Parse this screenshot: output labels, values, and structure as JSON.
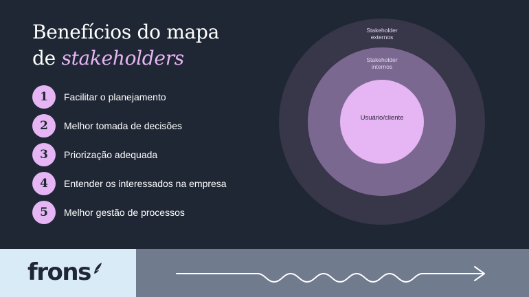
{
  "title": {
    "line1": "Benefícios do mapa",
    "line2_prefix": "de ",
    "line2_accent": "stakeholders"
  },
  "benefits": [
    {
      "number": "1",
      "label": "Facilitar o planejamento"
    },
    {
      "number": "2",
      "label": "Melhor tomada de decisões"
    },
    {
      "number": "3",
      "label": "Priorização adequada"
    },
    {
      "number": "4",
      "label": "Entender os interessados na empresa"
    },
    {
      "number": "5",
      "label": "Melhor gestão de processos"
    }
  ],
  "diagram": {
    "outer": {
      "line1": "Stakeholder",
      "line2": "externos"
    },
    "middle": {
      "line1": "Stakeholder",
      "line2": "internos"
    },
    "inner": {
      "label": "Usuário/cliente"
    }
  },
  "footer": {
    "logo_text": "frons",
    "logo_icon": "frons-leaf-mark",
    "arrow_icon": "wavy-arrow-right-icon"
  },
  "colors": {
    "background": "#1f2734",
    "accent": "#e6b5f3",
    "ring_outer": "#383649",
    "ring_middle": "#7a6890",
    "ring_inner": "#e6b5f3",
    "footer_left": "#d8ebf6",
    "footer_right": "#707b8d"
  }
}
